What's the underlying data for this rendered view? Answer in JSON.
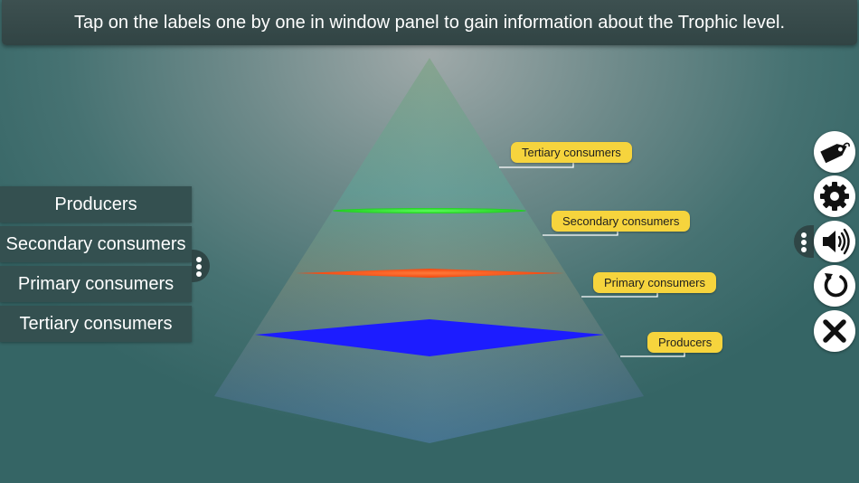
{
  "instruction": "Tap on the labels one by one in window panel to gain information about the Trophic level.",
  "panel": {
    "items": [
      "Producers",
      "Secondary consumers",
      "Primary consumers",
      "Tertiary consumers"
    ]
  },
  "callouts": {
    "tertiary": "Tertiary consumers",
    "secondary": "Secondary consumers",
    "primary": "Primary consumers",
    "producers": "Producers"
  },
  "toolbar": {
    "icons": [
      "tag-icon",
      "gear-icon",
      "speaker-icon",
      "reset-icon",
      "close-icon"
    ]
  },
  "colors": {
    "divider_top": "#36e836",
    "divider_middle": "#ff5b1f",
    "divider_bottom": "#1c1cff",
    "callout": "#f6d43d",
    "panel": "#345050"
  }
}
